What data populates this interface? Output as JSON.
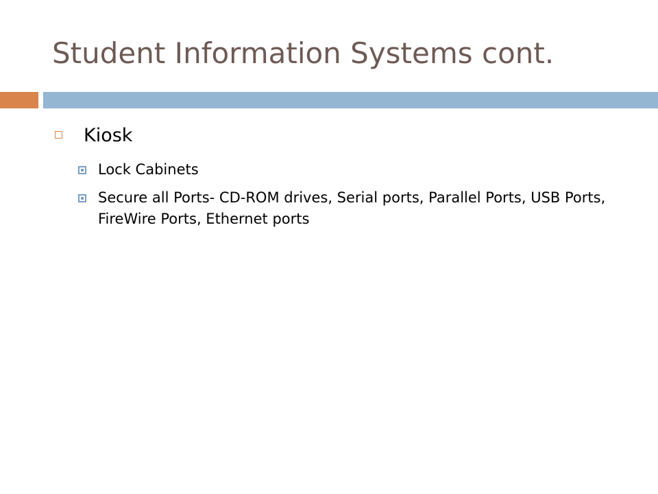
{
  "slide": {
    "title": "Student Information Systems cont.",
    "bullets": [
      {
        "text": "Kiosk",
        "sub": [
          "Lock Cabinets",
          "Secure all Ports-  CD-ROM drives, Serial ports, Parallel Ports, USB Ports, FireWire Ports, Ethernet ports"
        ]
      }
    ]
  },
  "colors": {
    "title": "#6e5a55",
    "accent_orange": "#d9844a",
    "accent_blue": "#94b6d2"
  }
}
